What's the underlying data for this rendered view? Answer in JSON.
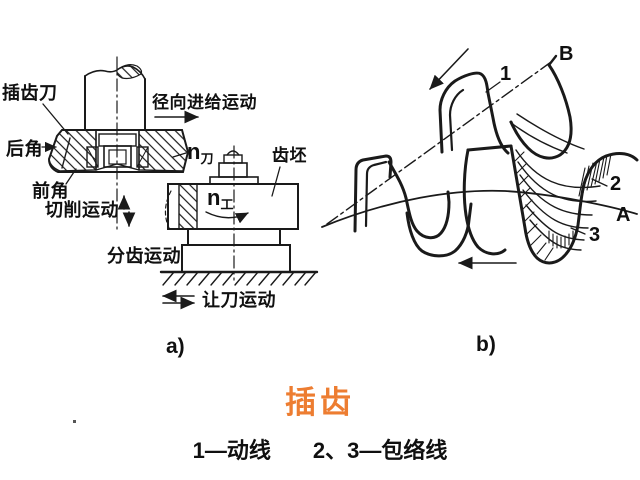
{
  "slide": {
    "title": "插齿",
    "title_color": "#ED7D31",
    "caption": {
      "part1": "1—动线",
      "part2": "2、3—包络线"
    }
  },
  "figure_a": {
    "tag": "a)",
    "labels": {
      "cutter": "插齿刀",
      "radial_feed": "径向进给运动",
      "back_angle": "后角",
      "front_angle": "前角",
      "cutting_motion": "切削运动",
      "n_cutter": {
        "base": "n",
        "sub": "刀"
      },
      "blank": "齿坯",
      "n_work": {
        "base": "n",
        "sub": "工"
      },
      "indexing_motion": "分齿运动",
      "relief_motion": "让刀运动"
    }
  },
  "figure_b": {
    "tag": "b)",
    "labels": {
      "curve_1": "1",
      "point_B": "B",
      "curve_2": "2",
      "point_A": "A",
      "curve_3": "3"
    }
  }
}
